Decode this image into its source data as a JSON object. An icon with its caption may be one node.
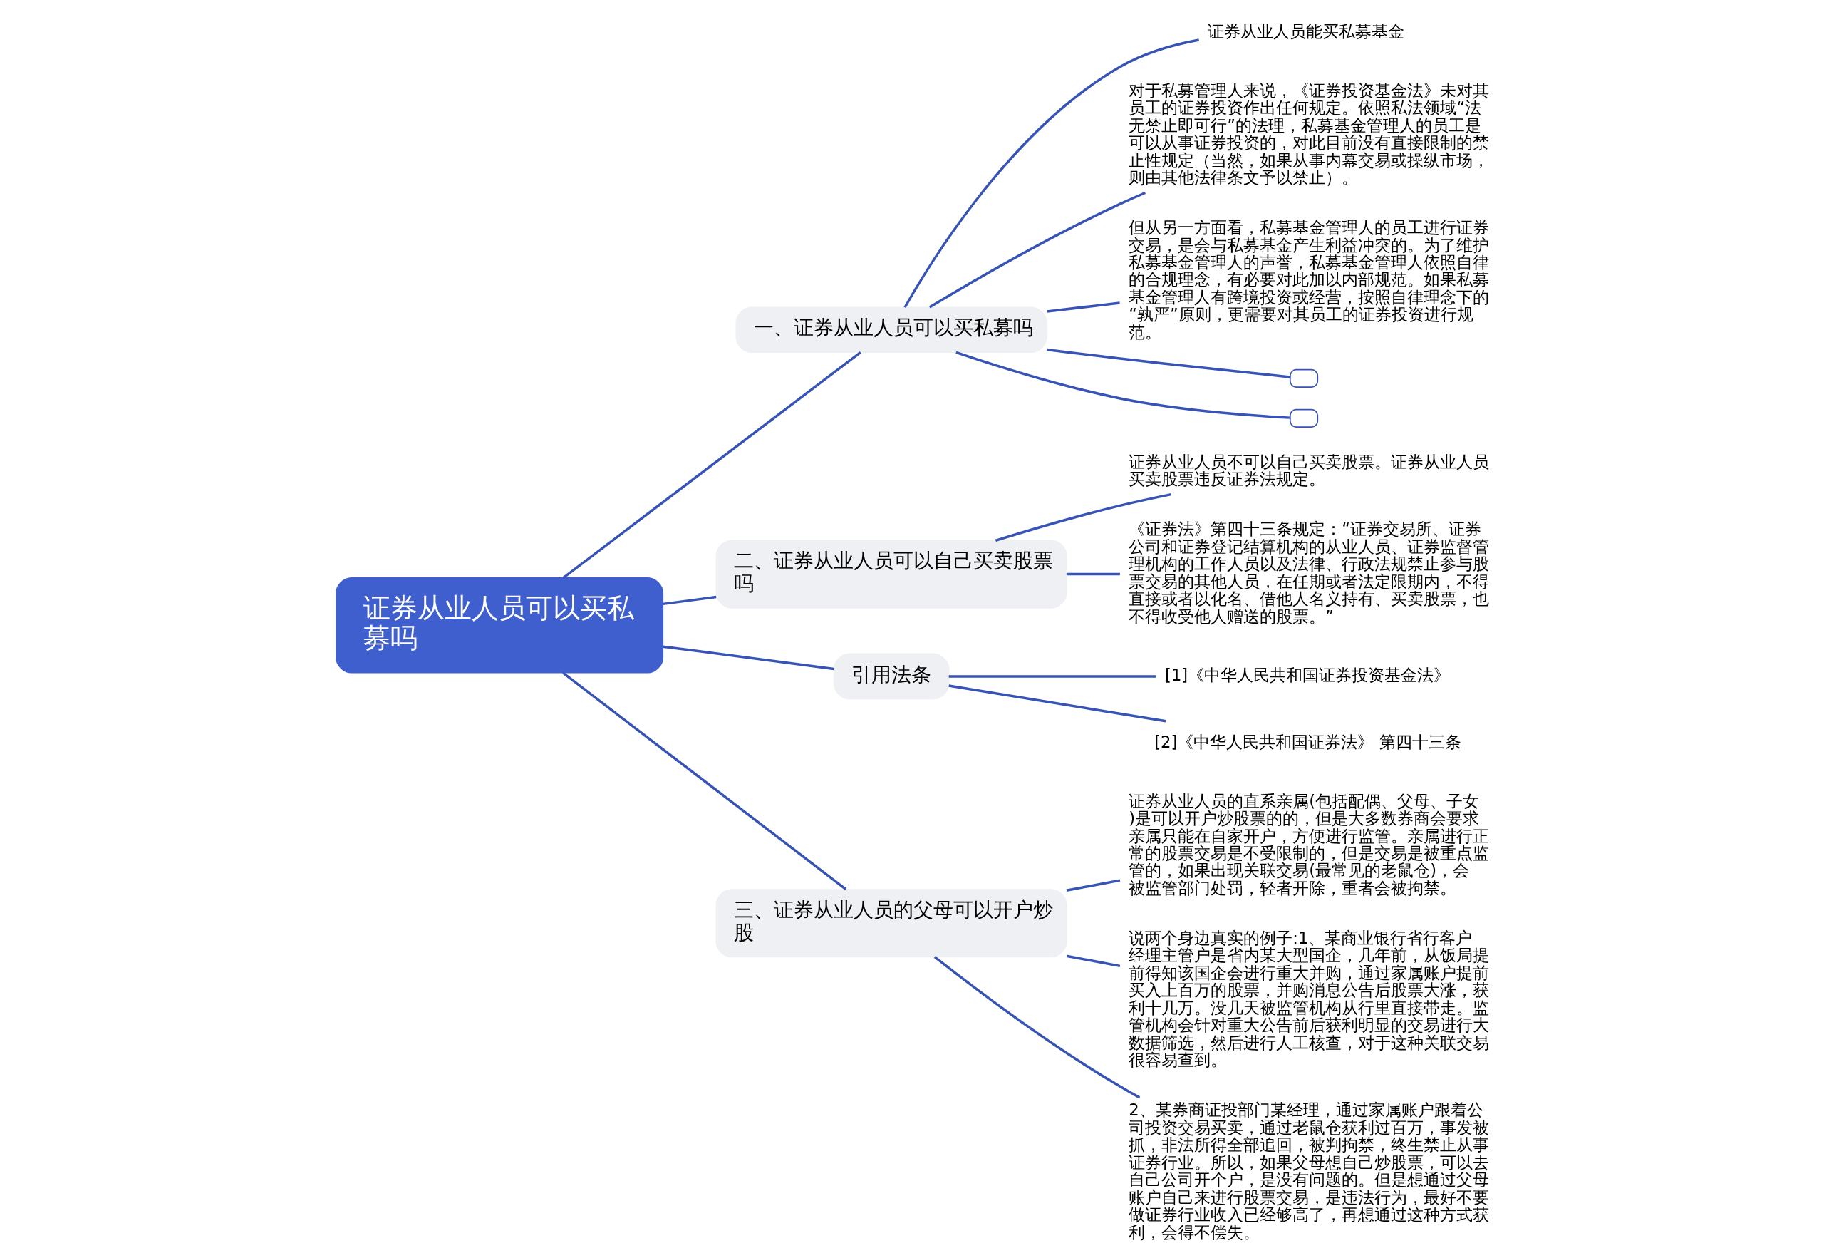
{
  "diagram": {
    "nodes": [
      {
        "text": [
          "证券从业人员可以买私募吗"
        ]
      },
      {
        "text": [
          "一、证券从业人员可以买私募吗"
        ]
      },
      {
        "text": [
          "证券从业人员能买私募基金"
        ]
      },
      {
        "text": [
          "对于私募管理人来说，《证券投资基金法》未对其员工的证券投资作出任何规定。依照私法领域“法无禁止即可行”的法理，私募基金管理人的员工是可以从事证券投资的，对此目前没有直接限制的禁止性规定（当然，如果从事内幕交易或操纵市场，则由其他法律条文予以禁止）。"
        ]
      },
      {
        "text": [
          "但从另一方面看，私募基金管理人的员工进行证券交易，是会与私募基金产生利益冲突的。为了维护私募基金管理人的声誉，私募基金管理人依照自律的合规理念，有必要对此加以内部规范。如果私募基金管理人有跨境投资或经营，按照自律理念下的“孰严”原则，更需要对其员工的证券投资进行规范。"
        ]
      },
      {
        "text": [],
        "shape": "box"
      },
      {
        "text": [],
        "shape": "box"
      },
      {
        "text": [
          "二、证券从业人员可以自己买卖股票吗"
        ]
      },
      {
        "text": [
          "证券从业人员不可以自己买卖股票。证券从业人员买卖股票违反证券法规定。"
        ]
      },
      {
        "text": [
          "《证券法》第四十三条规定：“证券交易所、证券公司和证券登记结算机构的从业人员、证券监督管理机构的工作人员以及法律、行政法规禁止参与股票交易的其他人员，在任期或者法定限期内，不得直接或者以化名、借他人名义持有、买卖股票，也不得收受他人赠送的股票。”"
        ]
      },
      {
        "text": [
          "引用法条"
        ]
      },
      {
        "text": [
          "[1]《中华人民共和国证券投资基金法》"
        ]
      },
      {
        "text": [
          "[2]《中华人民共和国证券法》 第四十三条"
        ]
      },
      {
        "text": [
          "三、证券从业人员的父母可以开户炒股"
        ]
      },
      {
        "text": [
          "证券从业人员的直系亲属(包括配偶、父母、子女)是可以开户炒股票的的，但是大多数券商会要求亲属只能在自家开户，方便进行监管。亲属进行正常的股票交易是不受限制的，但是交易是被重点监管的，如果出现关联交易(最常见的老鼠仓)，会被监管部门处罚，轻者开除，重者会被拘禁。"
        ]
      },
      {
        "text": [
          "说两个身边真实的例子:1、某商业银行省行客户经理主管户是省内某大型国企，几年前，从饭局提前得知该国企会进行重大并购，通过家属账户提前买入上百万的股票，并购消息公告后股票大涨，获利十几万。没几天被监管机构从行里直接带走。监管机构会针对重大公告前后获利明显的交易进行大数据筛选，然后进行人工核查，对于这种关联交易很容易查到。"
        ]
      },
      {
        "text": [
          "2、某券商证投部门某经理，通过家属账户跟着公司投资交易买卖，通过老鼠仓获利过百万，事发被抓，非法所得全部追回，被判拘禁，终生禁止从事证券行业。所以，如果父母想自己炒股票，可以去自己公司开个户，是没有问题的。但是想通过父母账户自己来进行股票交易，是违法行为，最好不要做证券行业收入已经够高了，再想通过这种方式获利，会得不偿失。"
        ]
      }
    ],
    "edges": [
      {
        "from": 0,
        "to": 1,
        "arrow": "none"
      },
      {
        "from": 1,
        "to": 2,
        "arrow": "none"
      },
      {
        "from": 1,
        "to": 3,
        "arrow": "none"
      },
      {
        "from": 1,
        "to": 4,
        "arrow": "none"
      },
      {
        "from": 1,
        "to": 5,
        "arrow": "none"
      },
      {
        "from": 1,
        "to": 6,
        "arrow": "none"
      },
      {
        "from": 0,
        "to": 7,
        "arrow": "none"
      },
      {
        "from": 7,
        "to": 8,
        "arrow": "none"
      },
      {
        "from": 7,
        "to": 9,
        "arrow": "none"
      },
      {
        "from": 0,
        "to": 10,
        "arrow": "none"
      },
      {
        "from": 10,
        "to": 11,
        "arrow": "none"
      },
      {
        "from": 10,
        "to": 12,
        "arrow": "none"
      },
      {
        "from": 0,
        "to": 13,
        "arrow": "none"
      },
      {
        "from": 13,
        "to": 14,
        "arrow": "none"
      },
      {
        "from": 13,
        "to": 15,
        "arrow": "none"
      },
      {
        "from": 13,
        "to": 16,
        "arrow": "none"
      }
    ]
  }
}
